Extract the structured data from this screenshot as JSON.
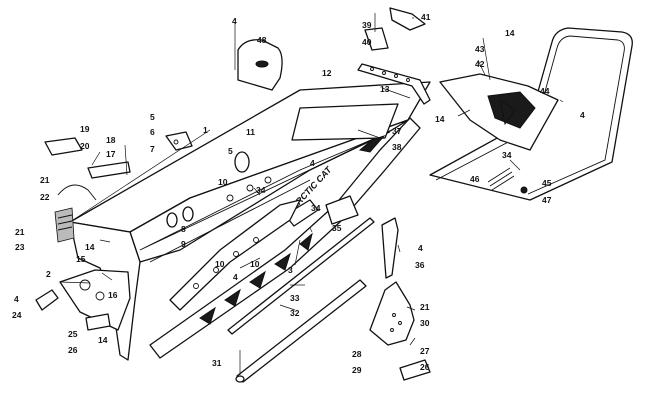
{
  "diagram": {
    "brand_text": "ARCTIC CAT",
    "callouts": [
      "1",
      "2",
      "3",
      "4",
      "4",
      "4",
      "4",
      "4",
      "4",
      "5",
      "5",
      "6",
      "7",
      "8",
      "9",
      "10",
      "10",
      "10",
      "11",
      "12",
      "13",
      "14",
      "14",
      "14",
      "14",
      "15",
      "16",
      "17",
      "18",
      "19",
      "20",
      "21",
      "21",
      "21",
      "22",
      "23",
      "24",
      "25",
      "26",
      "26",
      "27",
      "28",
      "29",
      "30",
      "31",
      "32",
      "33",
      "34",
      "34",
      "34",
      "35",
      "36",
      "37",
      "38",
      "39",
      "40",
      "41",
      "42",
      "43",
      "44",
      "45",
      "46",
      "47",
      "48"
    ]
  }
}
